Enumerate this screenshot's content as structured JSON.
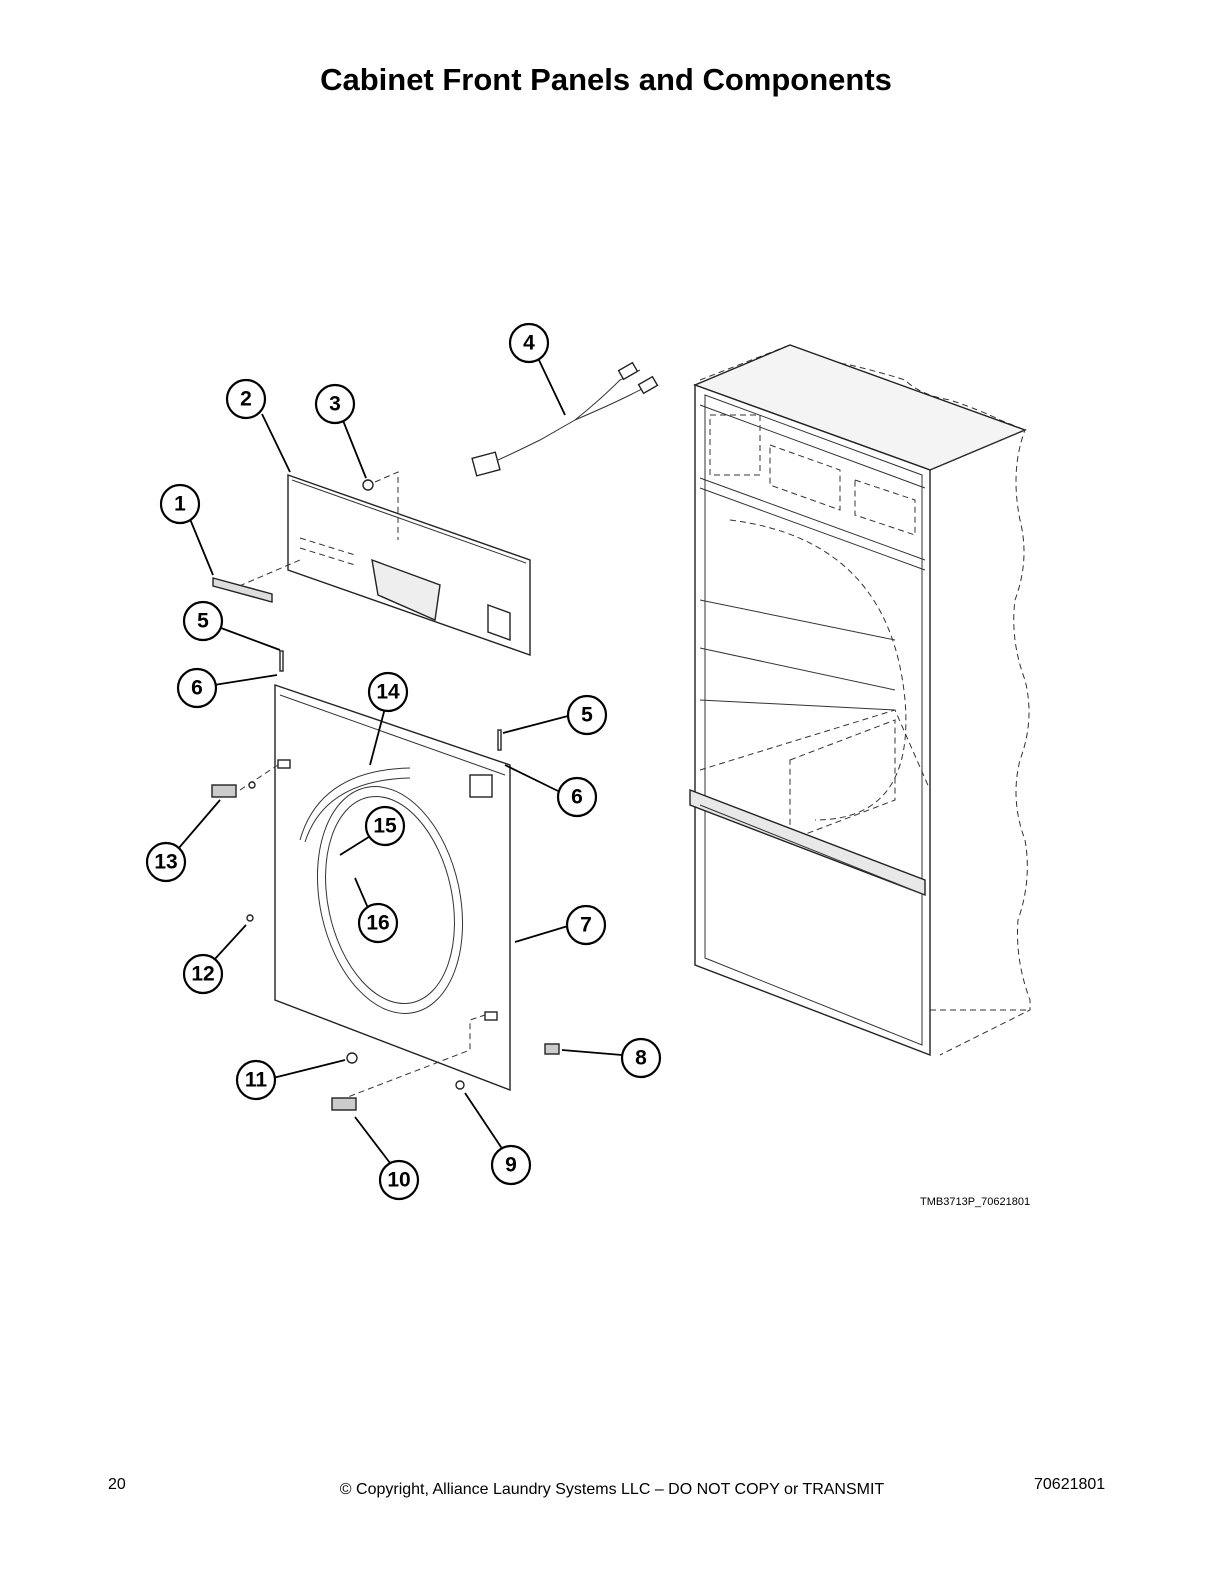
{
  "title": "Cabinet Front Panels and Components",
  "callouts": [
    {
      "label": "1"
    },
    {
      "label": "2"
    },
    {
      "label": "3"
    },
    {
      "label": "4"
    },
    {
      "label": "5"
    },
    {
      "label": "6"
    },
    {
      "label": "14"
    },
    {
      "label": "5"
    },
    {
      "label": "6"
    },
    {
      "label": "13"
    },
    {
      "label": "15"
    },
    {
      "label": "16"
    },
    {
      "label": "7"
    },
    {
      "label": "12"
    },
    {
      "label": "8"
    },
    {
      "label": "11"
    },
    {
      "label": "9"
    },
    {
      "label": "10"
    }
  ],
  "figure_id": "TMB3713P_70621801",
  "footer": {
    "page_number": "20",
    "copyright": "© Copyright, Alliance Laundry Systems LLC – DO NOT COPY or TRANSMIT",
    "doc_number": "70621801"
  }
}
